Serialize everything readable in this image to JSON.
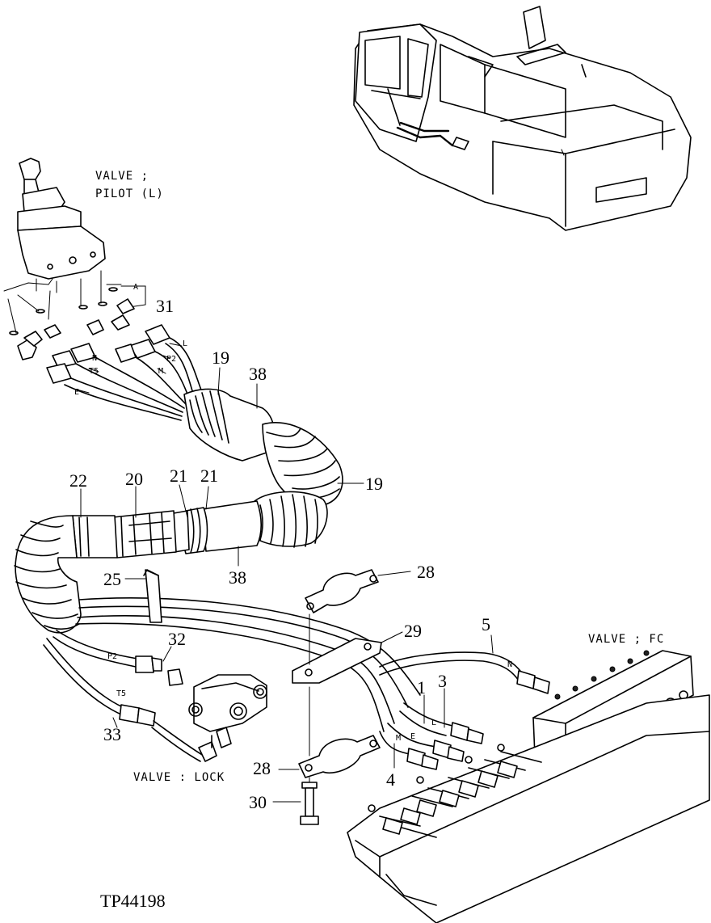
{
  "figure_id": "TP44198",
  "valve_labels": {
    "pilot_line1": "VALVE ;",
    "pilot_line2": "PILOT (L)",
    "fc": "VALVE ; FC",
    "lock": "VALVE : LOCK"
  },
  "hose_tags": {
    "pilot_A": "A",
    "L_top": "L",
    "P2_top": "P2",
    "M_top": "M",
    "N_top": "N",
    "T5_top": "T5",
    "E_top": "E",
    "P2_lower": "P2",
    "T5_lower": "T5",
    "N_right": "N",
    "L_right": "L",
    "E_right": "E",
    "M_right": "M"
  },
  "callouts": {
    "c1": "1",
    "c3": "3",
    "c4": "4",
    "c5": "5",
    "c19a": "19",
    "c19b": "19",
    "c20": "20",
    "c21a": "21",
    "c21b": "21",
    "c22": "22",
    "c25": "25",
    "c28a": "28",
    "c28b": "28",
    "c29": "29",
    "c30": "30",
    "c31": "31",
    "c32": "32",
    "c33": "33",
    "c38a": "38",
    "c38b": "38"
  }
}
